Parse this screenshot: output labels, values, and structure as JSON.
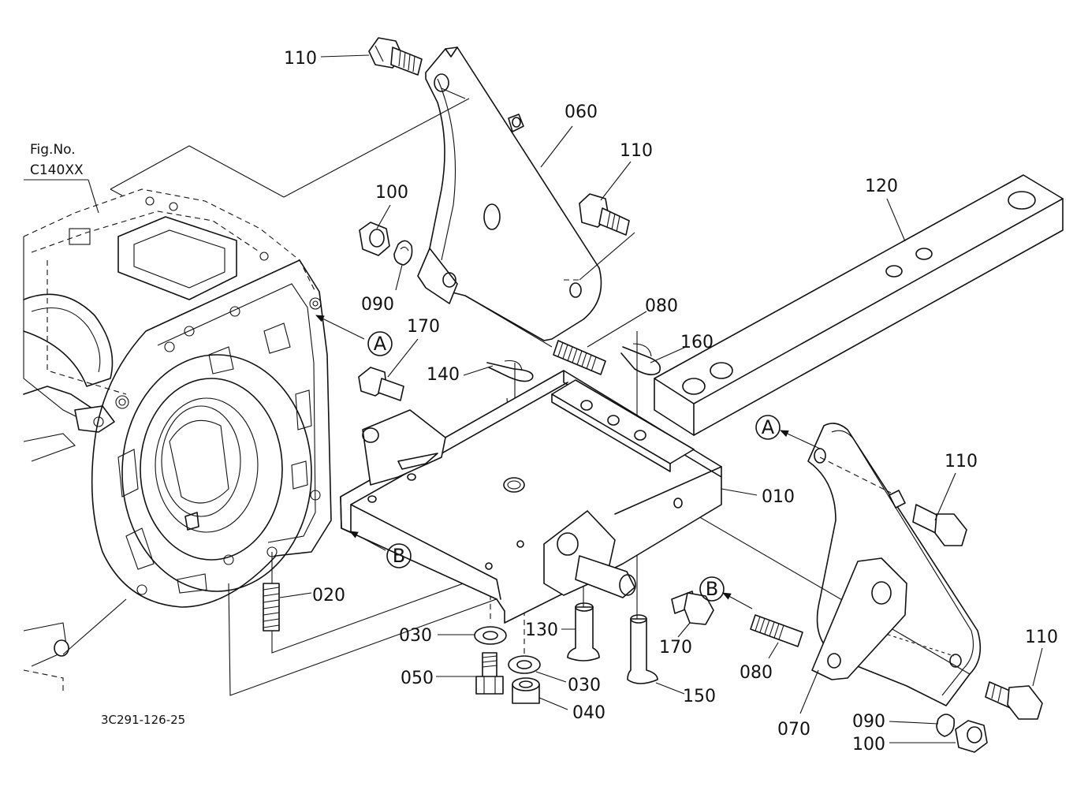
{
  "fig_ref": {
    "line1": "Fig.No.",
    "line2": "C140XX"
  },
  "diagram_code": "3C291-126-25",
  "parts": {
    "p010": "010",
    "p020": "020",
    "p030a": "030",
    "p030b": "030",
    "p040": "040",
    "p050": "050",
    "p060": "060",
    "p070": "070",
    "p080a": "080",
    "p080b": "080",
    "p090a": "090",
    "p090b": "090",
    "p100a": "100",
    "p100b": "100",
    "p110a": "110",
    "p110b": "110",
    "p110c": "110",
    "p110d": "110",
    "p120": "120",
    "p130": "130",
    "p140": "140",
    "p150": "150",
    "p160": "160",
    "p170a": "170",
    "p170b": "170"
  },
  "callouts": {
    "A1": "A",
    "A2": "A",
    "B1": "B",
    "B2": "B"
  }
}
